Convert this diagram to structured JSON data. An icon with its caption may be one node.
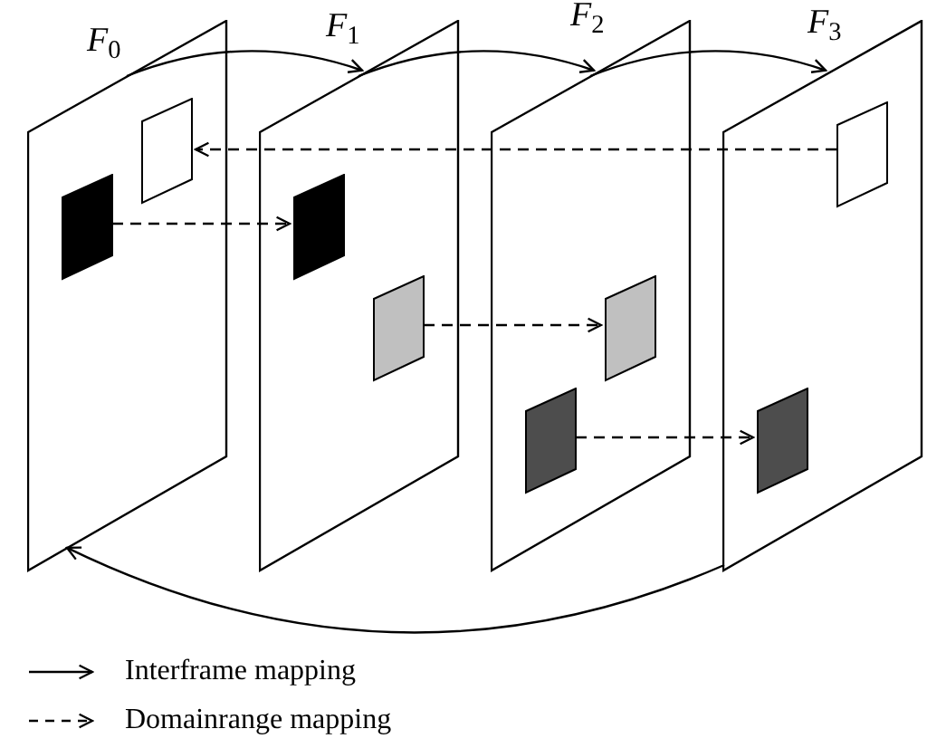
{
  "diagram": {
    "nodes": [
      {
        "text": [
          "*F*$_{0}$"
        ]
      },
      {
        "text": [],
        "shape": "box",
        "in": 0
      },
      {
        "text": [],
        "shape": "box",
        "in": 0
      },
      {
        "text": [
          "*F*$_{1}$"
        ]
      },
      {
        "text": [],
        "shape": "box",
        "in": 3
      },
      {
        "text": [],
        "shape": "box",
        "in": 3
      },
      {
        "text": [
          "*F*$_{2}$"
        ]
      },
      {
        "text": [],
        "shape": "box",
        "in": 6
      },
      {
        "text": [],
        "shape": "box",
        "in": 6
      },
      {
        "text": [
          "*F*$_{3}$"
        ]
      },
      {
        "text": [],
        "shape": "box",
        "in": 9
      },
      {
        "text": [],
        "shape": "box",
        "in": 9
      }
    ],
    "edges": [
      {
        "from": 0,
        "to": 3,
        "arrow": "to"
      },
      {
        "from": 3,
        "to": 6,
        "arrow": "to"
      },
      {
        "from": 6,
        "to": 9,
        "arrow": "to"
      },
      {
        "from": 9,
        "to": 0,
        "arrow": "to"
      },
      {
        "from": 10,
        "to": 1,
        "arrow": "to",
        "style": "dashed"
      },
      {
        "from": 2,
        "to": 4,
        "arrow": "to",
        "style": "dashed"
      },
      {
        "from": 5,
        "to": 7,
        "arrow": "to",
        "style": "dashed"
      },
      {
        "from": 8,
        "to": 11,
        "arrow": "to",
        "style": "dashed"
      }
    ],
    "legend": [
      {
        "text": "Interframe mapping"
      },
      {
        "text": "Domainrange mapping"
      }
    ]
  }
}
